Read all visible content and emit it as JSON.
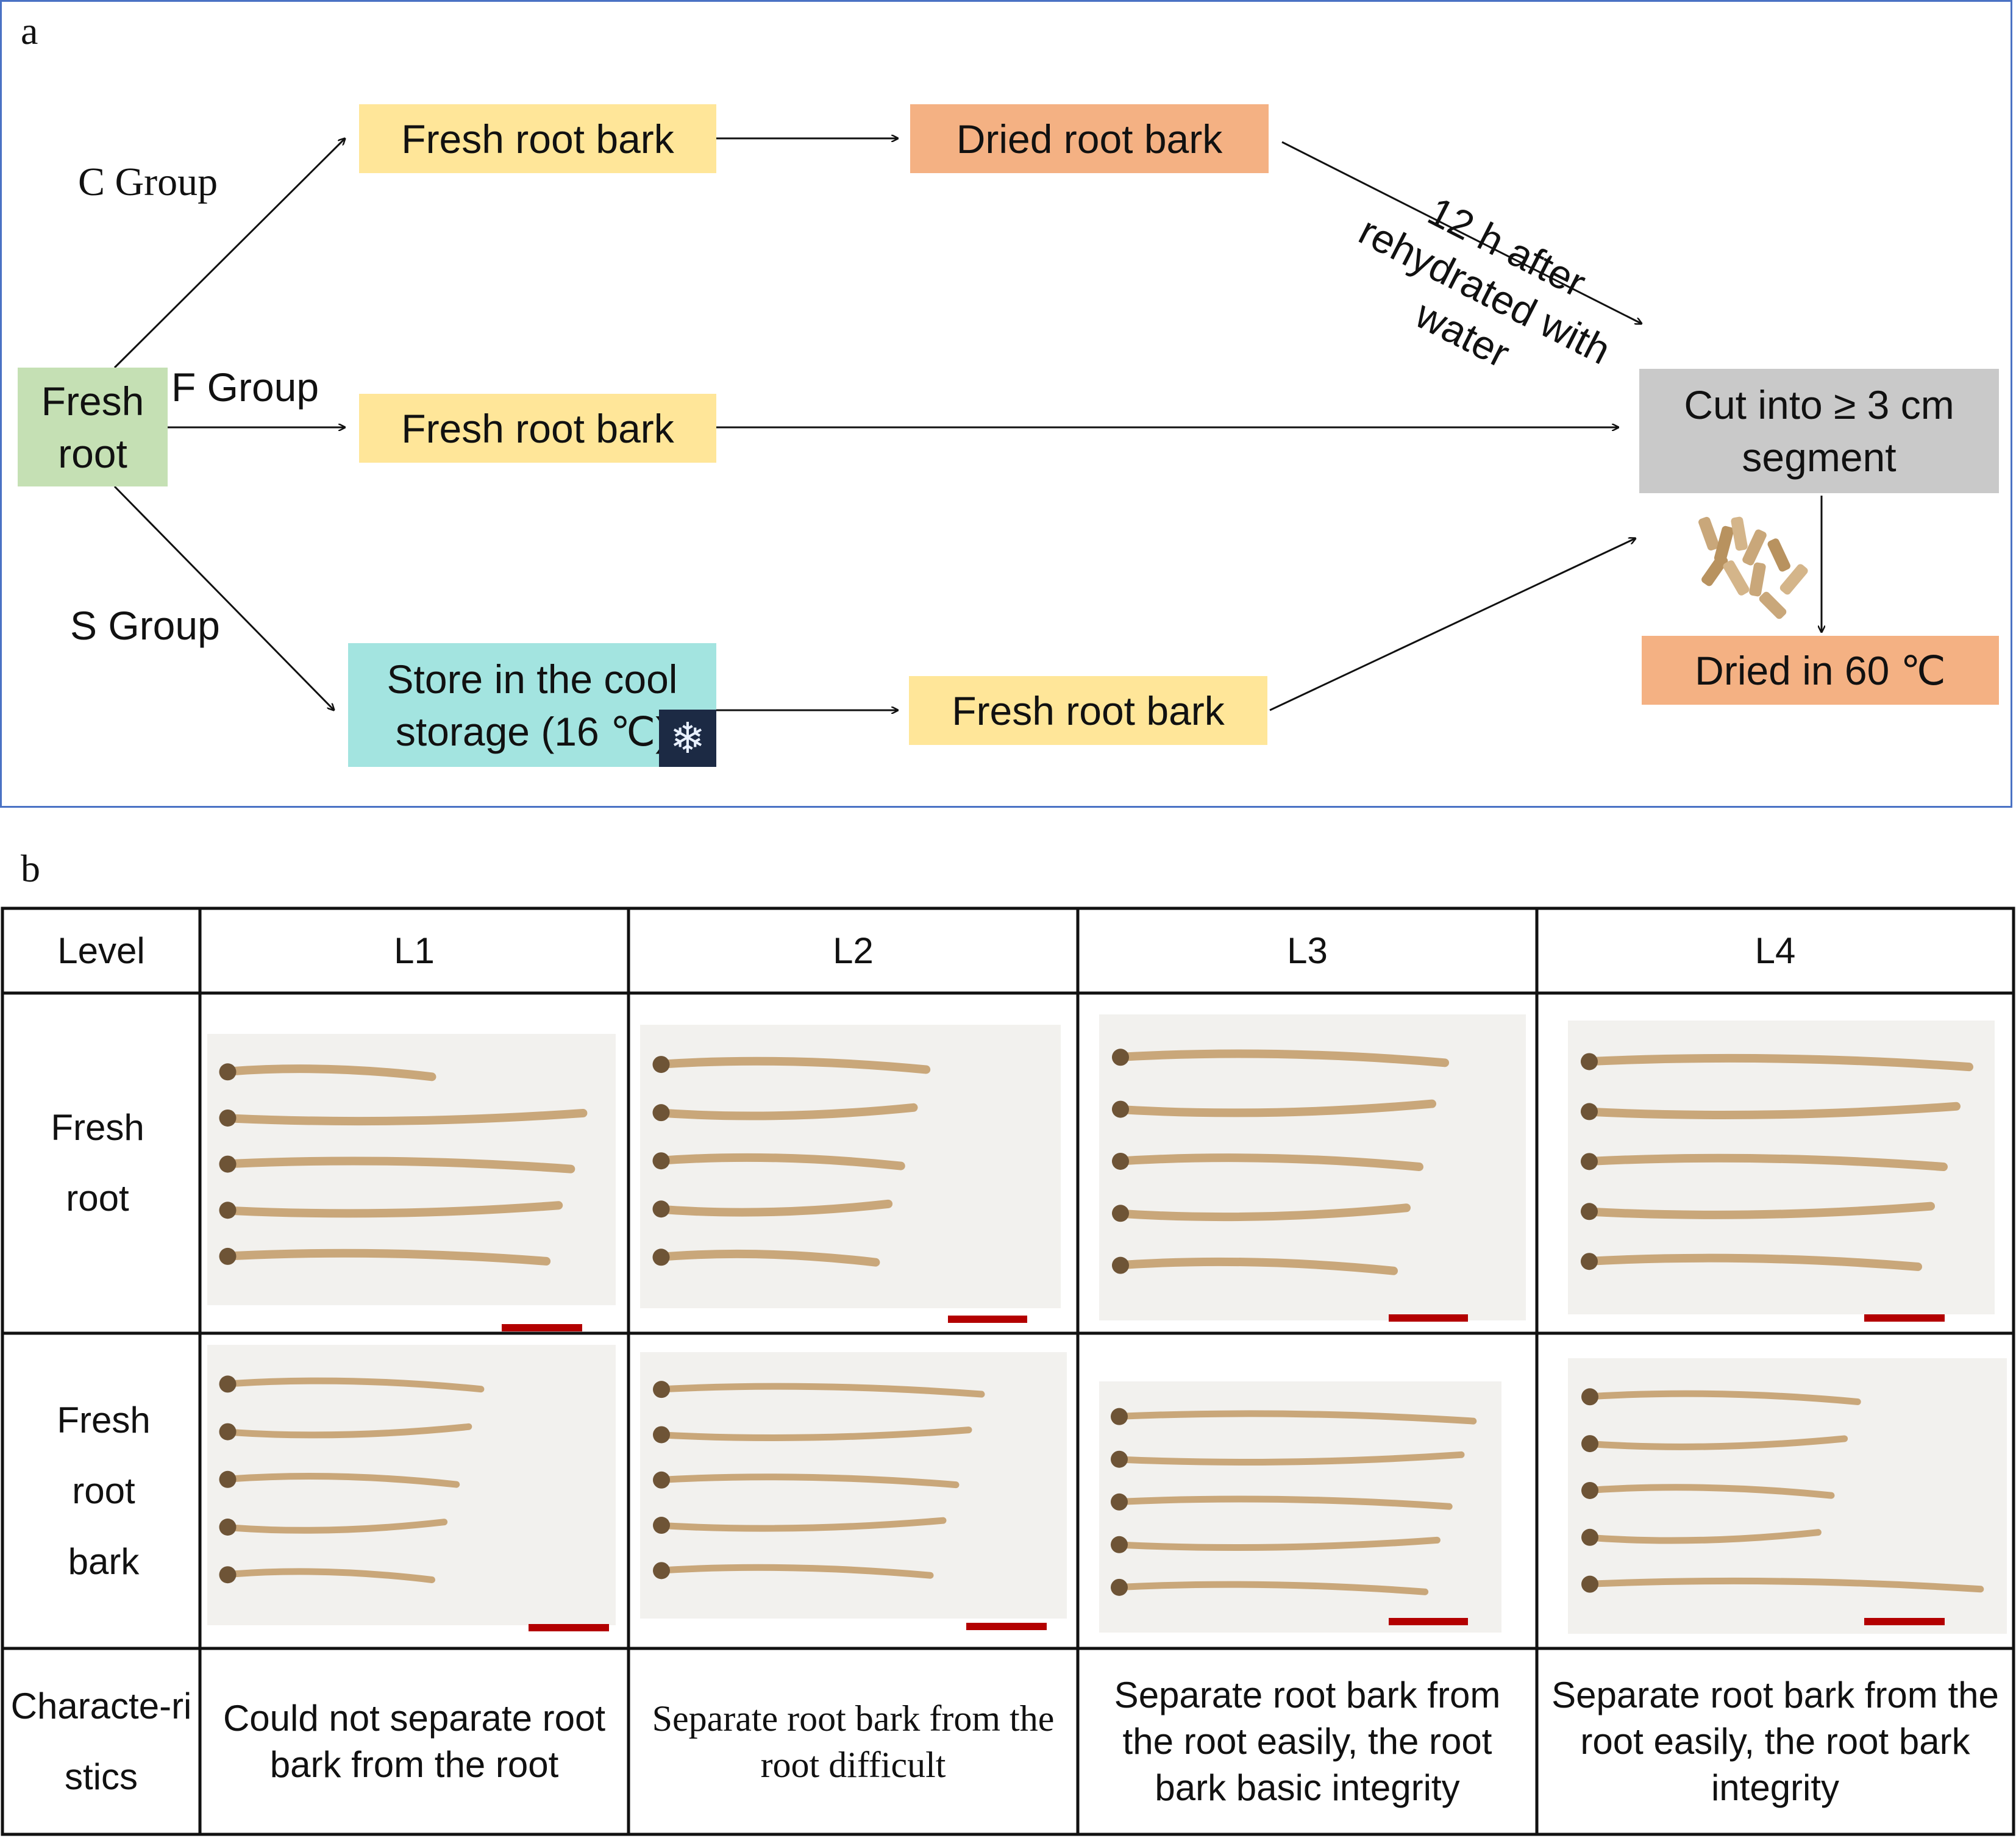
{
  "panel_a": {
    "letter": "a",
    "groups": {
      "c": "C Group",
      "f": "F Group",
      "s": "S Group"
    },
    "fresh_root": "Fresh root",
    "c_fresh_bark": "Fresh root bark",
    "dried_bark": "Dried root bark",
    "rehydrate_note": "12 h after rehydrated with water",
    "f_fresh_bark": "Fresh root bark",
    "store": "Store in the cool storage (16 ℃)",
    "s_fresh_bark": "Fresh root bark",
    "cut": "Cut into ≥ 3 cm segment",
    "dried60": "Dried in 60 ℃"
  },
  "panel_b": {
    "letter": "b",
    "header": [
      "Level",
      "L1",
      "L2",
      "L3",
      "L4"
    ],
    "rows": {
      "fresh_root": "Fresh root",
      "fresh_root_bark": "Fresh root bark",
      "characteristics": "Characte-ristics"
    },
    "characteristics": [
      "Could not separate root bark from the root",
      "Separate root bark from the root difficult",
      "Separate root bark from the root easily, the root bark basic integrity",
      "Separate root bark from the root easily, the root bark integrity"
    ]
  },
  "colors": {
    "frame": "#4a72c4",
    "yellow": "#ffe699",
    "orange": "#f4b183",
    "green": "#c5e0b4",
    "cyan": "#a3e4e0",
    "grey": "#c9c9c9",
    "scale_bar": "#b30000",
    "root": "#c9a77a"
  }
}
